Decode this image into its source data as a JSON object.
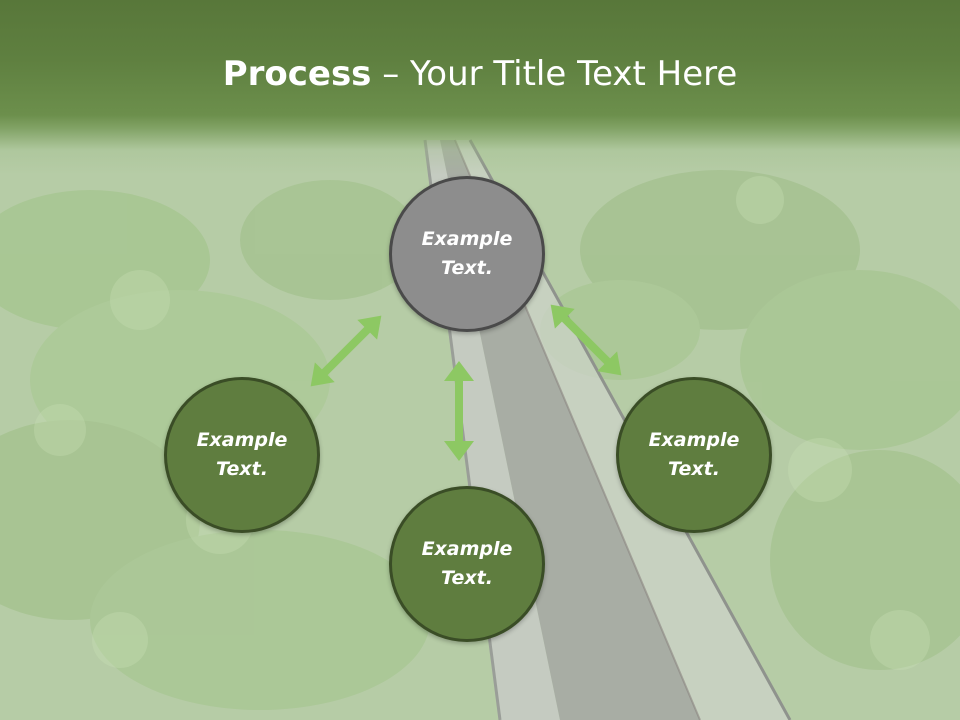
{
  "slide": {
    "title_bold": "Process",
    "title_rest": " – Your Title Text Here"
  },
  "nodes": {
    "top": "Example Text.",
    "left": "Example Text.",
    "right": "Example Text.",
    "bottom": "Example Text."
  },
  "colors": {
    "title_band": "#5f8040",
    "node_green": "#5f7d3f",
    "node_grey": "#8d8d8d",
    "arrow": "#8dc863"
  },
  "icons": {
    "arrow_style": "double-headed-arrow"
  }
}
